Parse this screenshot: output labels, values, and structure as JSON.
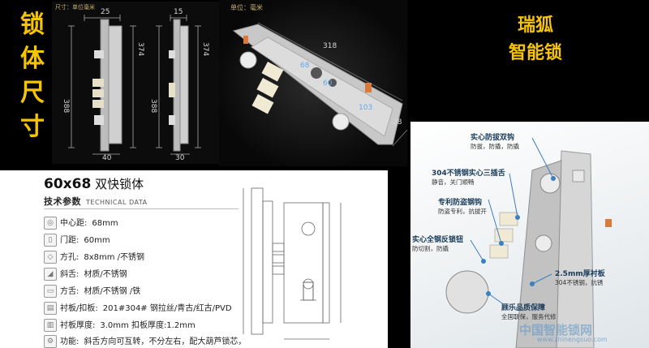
{
  "left_title": [
    "锁",
    "体",
    "尺",
    "寸"
  ],
  "brand": {
    "line1": "瑞狐",
    "line2": "智能锁"
  },
  "drawing": {
    "unit_label": "尺寸：单位毫米",
    "dims": {
      "w1": "25",
      "h1": "374",
      "h_left": "388",
      "b1": "40",
      "w2": "15",
      "h2": "374",
      "h_left2": "388",
      "b2": "30"
    }
  },
  "photo_top": {
    "unit_label": "单位：毫米",
    "dims": {
      "len": "318",
      "a": "68",
      "b": "60",
      "c": "103",
      "d": "28"
    }
  },
  "panel": {
    "title_bold": "60x68",
    "title_rest": "双快锁体",
    "sub_cn": "技术参数",
    "sub_en": "TECHNICAL DATA",
    "specs": [
      {
        "k": "中心距:",
        "v": "68mm"
      },
      {
        "k": "门距:",
        "v": "60mm"
      },
      {
        "k": "方孔:",
        "v": "8x8mm /不锈钢"
      },
      {
        "k": "斜舌:",
        "v": "材质/不锈钢"
      },
      {
        "k": "方舌:",
        "v": "材质/不锈钢 /铁"
      },
      {
        "k": "衬板/扣板:",
        "v": "201#304#  钢拉丝/青古/红古/PVD"
      },
      {
        "k": "衬板厚度:",
        "v": "3.0mm  扣板厚度:1.2mm"
      },
      {
        "k": "功能:",
        "v": "斜舌方向可互转，不分左右，配大葫芦锁芯，"
      }
    ]
  },
  "callouts": [
    {
      "t": "实心防拔双钩",
      "s": "防拔，防撬，防撬"
    },
    {
      "t": "304不锈钢实心三插舌",
      "s": "静音，关门顺畅"
    },
    {
      "t": "专利防盗钢钩",
      "s": "防盗专利，抗拔开"
    },
    {
      "t": "实心全钢反锁钮",
      "s": "防切割，防撬"
    },
    {
      "t": "2.5mm厚衬板",
      "s": "304不锈钢，抗锈"
    },
    {
      "t": "顾乐品质保障",
      "s": "全国联保，服务代修"
    }
  ],
  "watermark": {
    "cn": "中国智能锁网",
    "url": "www.zhinengsuo.com"
  },
  "colors": {
    "yellow": "#f6c400",
    "accent": "#1a3c5a"
  }
}
